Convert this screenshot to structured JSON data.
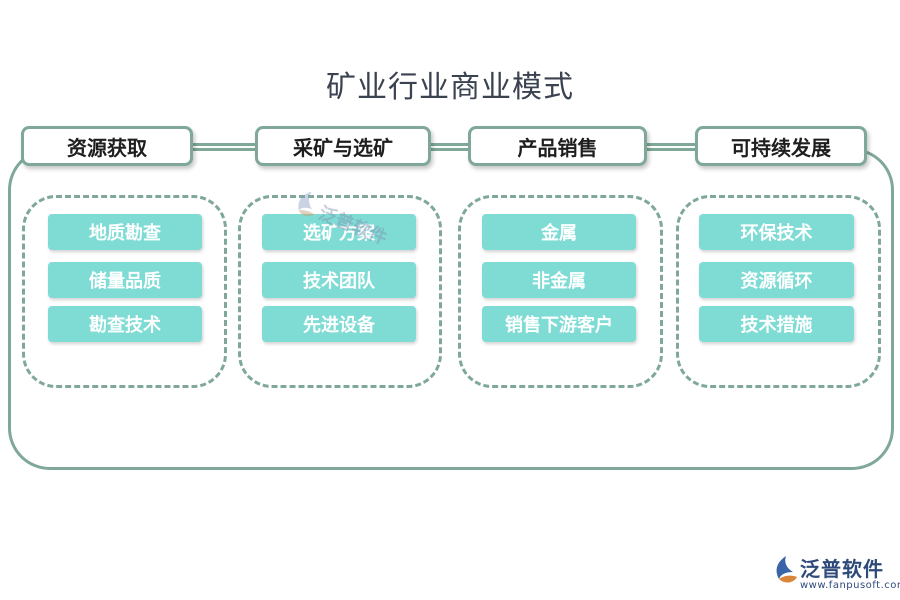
{
  "title": "矿业行业商业模式",
  "columns": [
    {
      "header": "资源获取",
      "items": [
        "地质勘查",
        "储量品质",
        "勘查技术"
      ]
    },
    {
      "header": "采矿与选矿",
      "items": [
        "选矿方案",
        "技术团队",
        "先进设备"
      ]
    },
    {
      "header": "产品销售",
      "items": [
        "金属",
        "非金属",
        "销售下游客户"
      ]
    },
    {
      "header": "可持续发展",
      "items": [
        "环保技术",
        "资源循环",
        "技术措施"
      ]
    }
  ],
  "watermark": "泛普软件",
  "logo": {
    "brand": "泛普软件",
    "url": "www.fanpusoft.com",
    "icon": "fanpu-logo-icon"
  },
  "colors": {
    "border": "#7fa898",
    "pill": "#7fdcd5",
    "brand": "#2e4a7a"
  }
}
